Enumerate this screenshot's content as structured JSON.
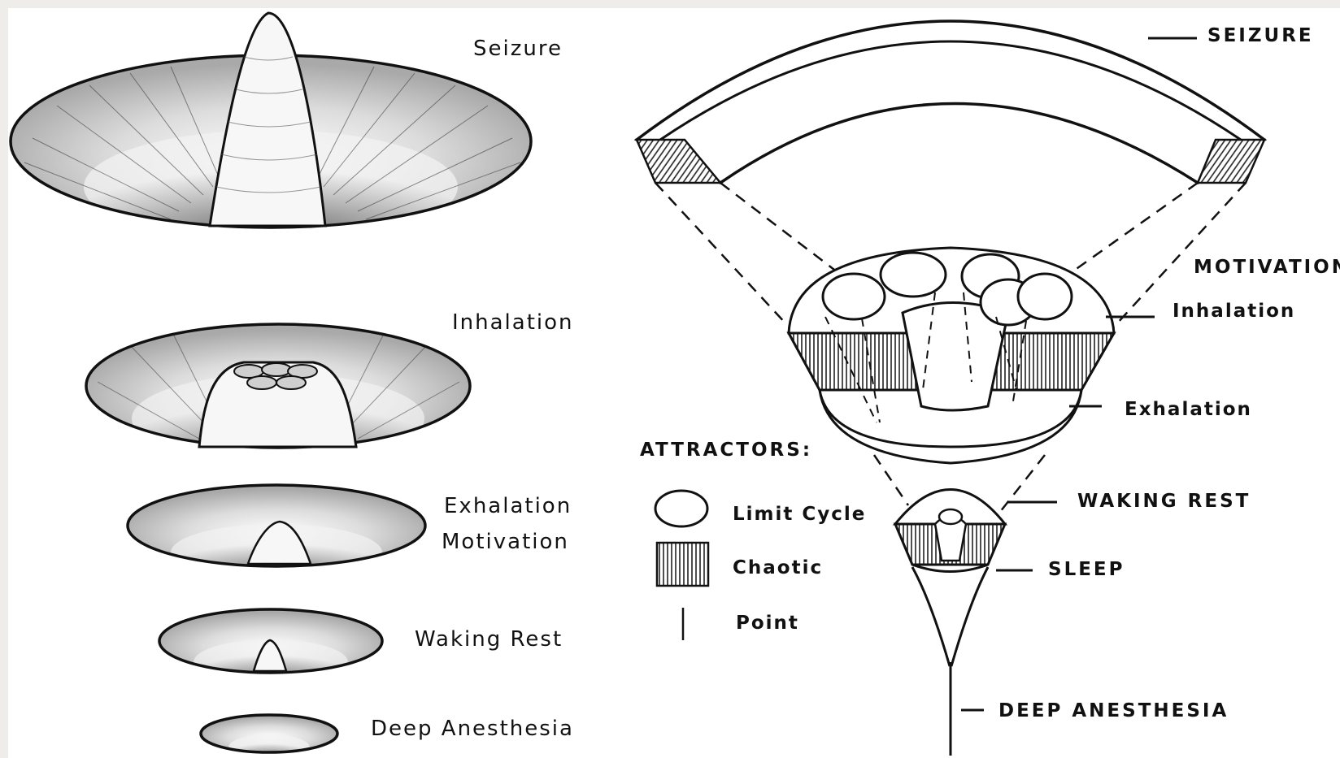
{
  "left_labels": {
    "seizure": "Seizure",
    "inhalation": "Inhalation",
    "exhalation": "Exhalation",
    "motivation": "Motivation",
    "waking_rest": "Waking Rest",
    "deep_anesthesia": "Deep Anesthesia"
  },
  "right_labels": {
    "seizure": "SEIZURE",
    "motivation": "MOTIVATION:",
    "inhalation": "Inhalation",
    "exhalation": "Exhalation",
    "waking_rest": "WAKING REST",
    "sleep": "SLEEP",
    "deep_anesthesia": "DEEP ANESTHESIA"
  },
  "legend": {
    "title": "ATTRACTORS:",
    "limit_cycle": "Limit Cycle",
    "chaotic": "Chaotic",
    "point": "Point"
  }
}
